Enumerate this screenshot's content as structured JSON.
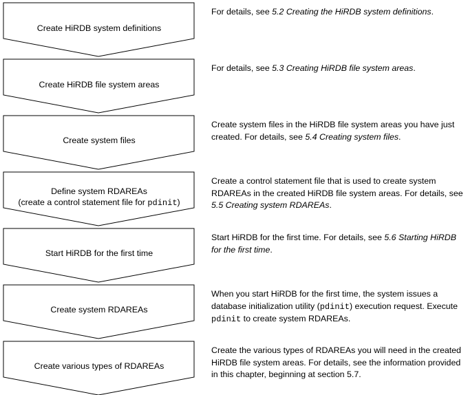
{
  "steps": [
    {
      "label": "Create HiRDB system definitions",
      "desc_text": "For details, see ",
      "desc_ref": "5.2 Creating the HiRDB system definitions",
      "desc_tail": "."
    },
    {
      "label": "Create HiRDB file system areas",
      "desc_text": "For details, see ",
      "desc_ref": "5.3 Creating HiRDB file system areas",
      "desc_tail": "."
    },
    {
      "label": "Create system files",
      "desc_text": "Create system files in the HiRDB file system areas you have just created. For details, see ",
      "desc_ref": "5.4 Creating system files",
      "desc_tail": "."
    },
    {
      "label": "Define system RDAREAs",
      "label_line2": "(create a control statement file for ",
      "label_code": "pdinit",
      "label_line2_tail": ")",
      "desc_text": "Create a control statement file that is used to create system RDAREAs in the created HiRDB file system areas. For details, see ",
      "desc_ref": "5.5 Creating system RDAREAs",
      "desc_tail": "."
    },
    {
      "label": "Start HiRDB for the first time",
      "desc_text": "Start HiRDB for the first time. For details, see ",
      "desc_ref": "5.6 Starting HiRDB for the first time",
      "desc_tail": "."
    },
    {
      "label": "Create system RDAREAs",
      "desc_text": "When you start HiRDB for the first time, the system issues a database initialization utility (",
      "desc_code": "pdinit",
      "desc_mid": ") execution request. Execute ",
      "desc_code2": "pdinit",
      "desc_tail": " to create system RDAREAs."
    },
    {
      "label": "Create various types of RDAREAs",
      "desc_text": "Create the various types of RDAREAs you will need in the created HiRDB file system areas. For details, see the information provided in this chapter, beginning at section 5.7."
    }
  ]
}
